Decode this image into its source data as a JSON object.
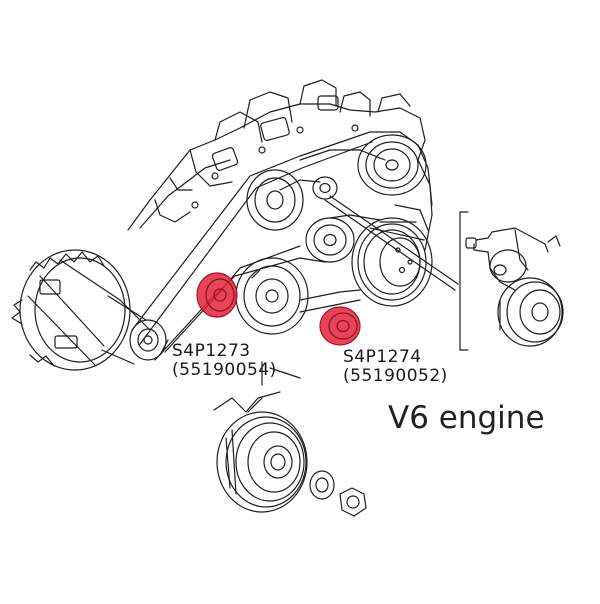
{
  "diagram": {
    "heading": "V6 engine",
    "parts": [
      {
        "id": "idler-1",
        "ref": "S4P1273",
        "oem": "(55190054)"
      },
      {
        "id": "idler-2",
        "ref": "S4P1274",
        "oem": "(55190052)"
      }
    ]
  },
  "colors": {
    "line": "#1f1f1f",
    "highlight": "#e0243a",
    "background": "#ffffff"
  },
  "icons": [
    "alternator-icon",
    "pulley-icon",
    "tensioner-icon",
    "nut-icon",
    "washer-icon",
    "serpentine-belt-icon"
  ]
}
